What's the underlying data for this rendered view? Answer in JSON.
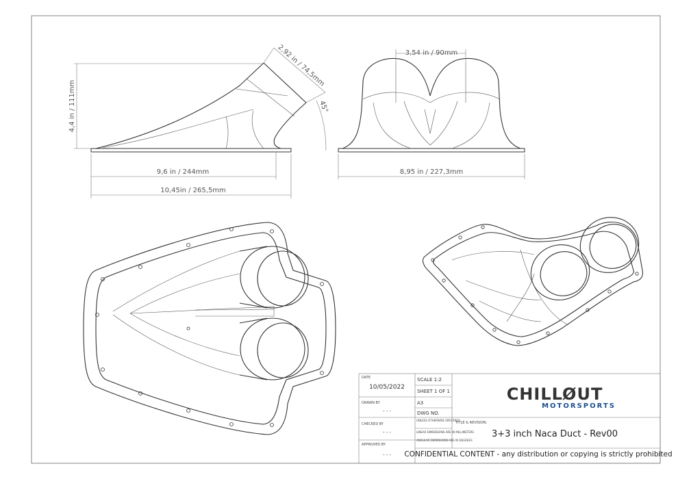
{
  "dimensions": {
    "side_height": "4,4 in / 111mm",
    "side_outlet_diameter": "2,92 in / 74,5mm",
    "side_angle": "45°",
    "side_base_length": "9,6 in / 244mm",
    "side_total_length": "10,45in / 265,5mm",
    "front_outlet_spacing": "3,54 in / 90mm",
    "front_width": "8,95 in / 227,3mm"
  },
  "title_block": {
    "date_label": "DATE",
    "date_value": "10/05/2022",
    "scale": "SCALE 1:2",
    "sheet": "SHEET 1 OF 1",
    "size": "A3",
    "dwg_no": "DWG NO.",
    "drawn_by_label": "DRAWN BY",
    "drawn_by_value": "- - -",
    "checked_by_label": "CHECKED BY",
    "checked_by_value": "- - -",
    "approved_by_label": "APPROVED BY",
    "approved_by_value": "- - -",
    "note_1": "UNLESS OTHERWISE SPECIFIED:",
    "note_2": "LINEAR DIMENSIONS ARE IN MILLIMETERS",
    "note_3": "ANGULAR DIMENSIONS ARE IN DEGREES",
    "title_label": "TITLE & REVISION:",
    "title_value": "3+3 inch Naca Duct - Rev00",
    "confidential": "CONFIDENTIAL CONTENT - any distribution or copying is strictly prohibited"
  },
  "logo": {
    "main": "CHILLØUT",
    "sub": "MOTORSPORTS",
    "color_main": "#333333",
    "color_sub": "#1d4f8f"
  }
}
